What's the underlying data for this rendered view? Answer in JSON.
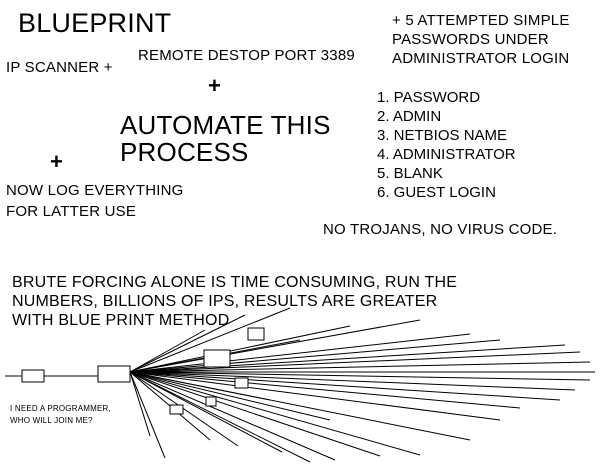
{
  "title": "BLUEPRINT",
  "ip_scanner": "IP SCANNER +",
  "remote_desktop": "REMOTE DESTOP PORT  3389",
  "plus": "+",
  "automate": {
    "line1": "AUTOMATE THIS",
    "line2": "PROCESS"
  },
  "log": {
    "line1": "NOW LOG EVERYTHING",
    "line2": "FOR LATTER USE"
  },
  "attempts_header": {
    "line1": "+ 5 ATTEMPTED SIMPLE",
    "line2": "PASSWORDS UNDER",
    "line3": "ADMINISTRATOR LOGIN"
  },
  "password_list": [
    "1. PASSWORD",
    "2. ADMIN",
    "3. NETBIOS NAME",
    "4. ADMINISTRATOR",
    "5. BLANK",
    "6. GUEST LOGIN"
  ],
  "no_trojans": "NO TROJANS, NO VIRUS CODE.",
  "brute_forcing": {
    "line1": "BRUTE FORCING ALONE IS TIME CONSUMING, RUN THE",
    "line2": "NUMBERS, BILLIONS OF IPS, RESULTS ARE GREATER",
    "line3": "WITH BLUE PRINT METHOD"
  },
  "programmer_request": {
    "line1": "I NEED A PROGRAMMER,",
    "line2": "WHO WILL JOIN ME?"
  },
  "colors": {
    "background": "#ffffff",
    "ink": "#000000"
  }
}
